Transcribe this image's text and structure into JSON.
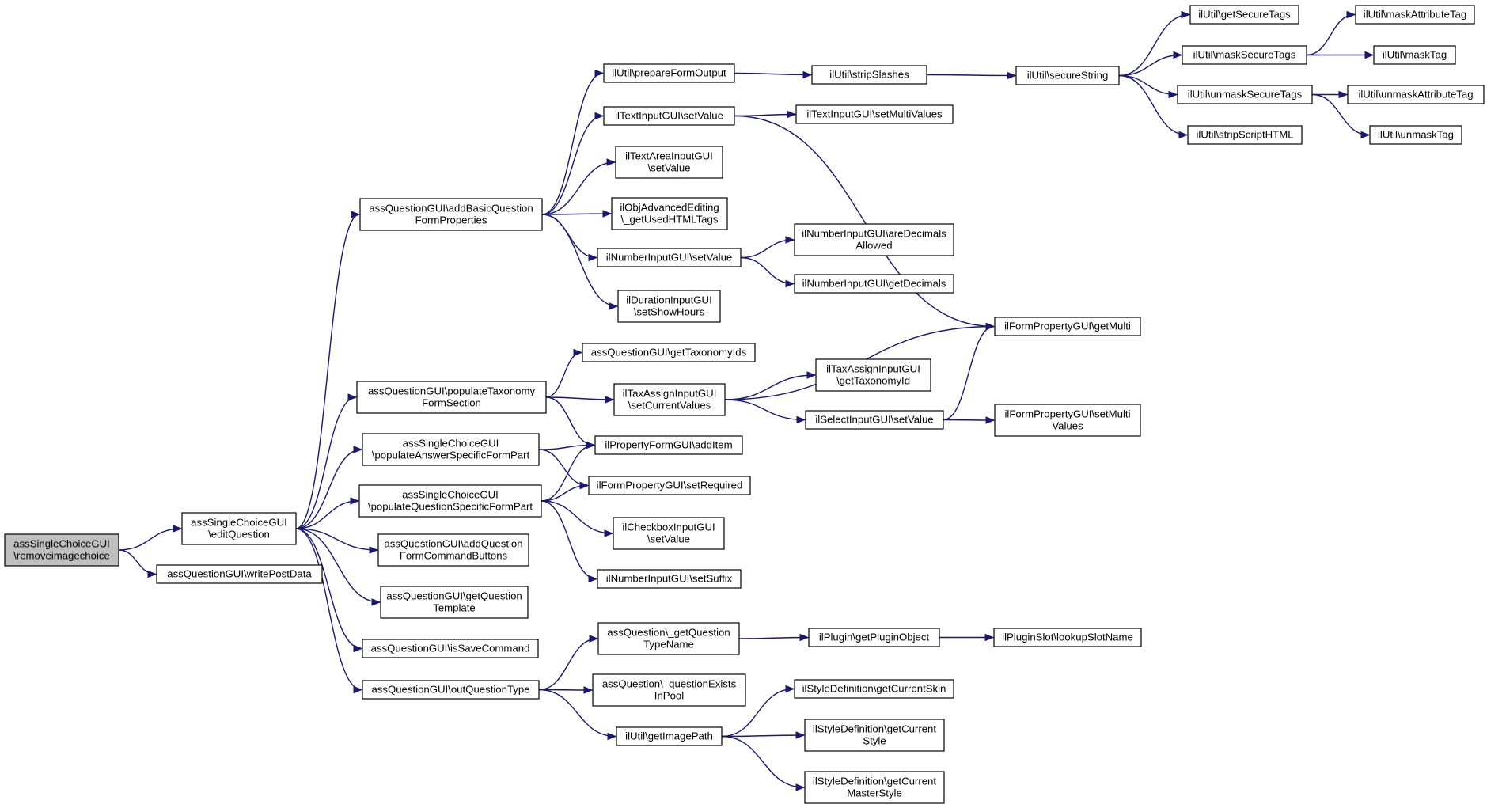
{
  "graph": {
    "nodes": [
      {
        "id": "n0",
        "lines": [
          "assSingleChoiceGUI",
          "\\removeimagechoice"
        ],
        "root": true
      },
      {
        "id": "n1",
        "lines": [
          "assSingleChoiceGUI",
          "\\editQuestion"
        ]
      },
      {
        "id": "n2",
        "lines": [
          "assQuestionGUI\\writePostData"
        ]
      },
      {
        "id": "n3",
        "lines": [
          "assQuestionGUI\\addBasicQuestion",
          "FormProperties"
        ]
      },
      {
        "id": "n4",
        "lines": [
          "assQuestionGUI\\populateTaxonomy",
          "FormSection"
        ]
      },
      {
        "id": "n5",
        "lines": [
          "assSingleChoiceGUI",
          "\\populateAnswerSpecificFormPart"
        ]
      },
      {
        "id": "n6",
        "lines": [
          "assSingleChoiceGUI",
          "\\populateQuestionSpecificFormPart"
        ]
      },
      {
        "id": "n7",
        "lines": [
          "assQuestionGUI\\addQuestion",
          "FormCommandButtons"
        ]
      },
      {
        "id": "n8",
        "lines": [
          "assQuestionGUI\\getQuestion",
          "Template"
        ]
      },
      {
        "id": "n9",
        "lines": [
          "assQuestionGUI\\isSaveCommand"
        ]
      },
      {
        "id": "n10",
        "lines": [
          "assQuestionGUI\\outQuestionType"
        ]
      },
      {
        "id": "n11",
        "lines": [
          "ilUtil\\prepareFormOutput"
        ]
      },
      {
        "id": "n12",
        "lines": [
          "ilTextInputGUI\\setValue"
        ]
      },
      {
        "id": "n13",
        "lines": [
          "ilTextAreaInputGUI",
          "\\setValue"
        ]
      },
      {
        "id": "n14",
        "lines": [
          "ilObjAdvancedEditing",
          "\\_getUsedHTMLTags"
        ]
      },
      {
        "id": "n15",
        "lines": [
          "ilNumberInputGUI\\setValue"
        ]
      },
      {
        "id": "n16",
        "lines": [
          "ilDurationInputGUI",
          "\\setShowHours"
        ]
      },
      {
        "id": "n17",
        "lines": [
          "assQuestionGUI\\getTaxonomyIds"
        ]
      },
      {
        "id": "n18",
        "lines": [
          "ilTaxAssignInputGUI",
          "\\setCurrentValues"
        ]
      },
      {
        "id": "n19",
        "lines": [
          "ilPropertyFormGUI\\addItem"
        ]
      },
      {
        "id": "n20",
        "lines": [
          "ilFormPropertyGUI\\setRequired"
        ]
      },
      {
        "id": "n21",
        "lines": [
          "ilCheckboxInputGUI",
          "\\setValue"
        ]
      },
      {
        "id": "n22",
        "lines": [
          "ilNumberInputGUI\\setSuffix"
        ]
      },
      {
        "id": "n23",
        "lines": [
          "assQuestion\\_getQuestion",
          "TypeName"
        ]
      },
      {
        "id": "n24",
        "lines": [
          "assQuestion\\_questionExists",
          "InPool"
        ]
      },
      {
        "id": "n25",
        "lines": [
          "ilUtil\\getImagePath"
        ]
      },
      {
        "id": "n26",
        "lines": [
          "ilUtil\\stripSlashes"
        ]
      },
      {
        "id": "n27",
        "lines": [
          "ilTextInputGUI\\setMultiValues"
        ]
      },
      {
        "id": "n28",
        "lines": [
          "ilNumberInputGUI\\areDecimals",
          "Allowed"
        ]
      },
      {
        "id": "n29",
        "lines": [
          "ilNumberInputGUI\\getDecimals"
        ]
      },
      {
        "id": "n30",
        "lines": [
          "ilTaxAssignInputGUI",
          "\\getTaxonomyId"
        ]
      },
      {
        "id": "n31",
        "lines": [
          "ilSelectInputGUI\\setValue"
        ]
      },
      {
        "id": "n32",
        "lines": [
          "ilPlugin\\getPluginObject"
        ]
      },
      {
        "id": "n33",
        "lines": [
          "ilStyleDefinition\\getCurrentSkin"
        ]
      },
      {
        "id": "n34",
        "lines": [
          "ilStyleDefinition\\getCurrent",
          "Style"
        ]
      },
      {
        "id": "n35",
        "lines": [
          "ilStyleDefinition\\getCurrent",
          "MasterStyle"
        ]
      },
      {
        "id": "n36",
        "lines": [
          "ilUtil\\secureString"
        ]
      },
      {
        "id": "n37",
        "lines": [
          "ilFormPropertyGUI\\getMulti"
        ]
      },
      {
        "id": "n38",
        "lines": [
          "ilFormPropertyGUI\\setMulti",
          "Values"
        ]
      },
      {
        "id": "n39",
        "lines": [
          "ilPluginSlot\\lookupSlotName"
        ]
      },
      {
        "id": "n40",
        "lines": [
          "ilUtil\\getSecureTags"
        ]
      },
      {
        "id": "n41",
        "lines": [
          "ilUtil\\maskSecureTags"
        ]
      },
      {
        "id": "n42",
        "lines": [
          "ilUtil\\unmaskSecureTags"
        ]
      },
      {
        "id": "n43",
        "lines": [
          "ilUtil\\stripScriptHTML"
        ]
      },
      {
        "id": "n44",
        "lines": [
          "ilUtil\\maskAttributeTag"
        ]
      },
      {
        "id": "n45",
        "lines": [
          "ilUtil\\maskTag"
        ]
      },
      {
        "id": "n46",
        "lines": [
          "ilUtil\\unmaskAttributeTag"
        ]
      },
      {
        "id": "n47",
        "lines": [
          "ilUtil\\unmaskTag"
        ]
      }
    ],
    "edges": [
      [
        "n0",
        "n1"
      ],
      [
        "n0",
        "n2"
      ],
      [
        "n1",
        "n3"
      ],
      [
        "n1",
        "n4"
      ],
      [
        "n1",
        "n5"
      ],
      [
        "n1",
        "n6"
      ],
      [
        "n1",
        "n7"
      ],
      [
        "n1",
        "n8"
      ],
      [
        "n1",
        "n9"
      ],
      [
        "n1",
        "n10"
      ],
      [
        "n3",
        "n11"
      ],
      [
        "n3",
        "n12"
      ],
      [
        "n3",
        "n13"
      ],
      [
        "n3",
        "n14"
      ],
      [
        "n3",
        "n15"
      ],
      [
        "n3",
        "n16"
      ],
      [
        "n4",
        "n17"
      ],
      [
        "n4",
        "n18"
      ],
      [
        "n4",
        "n19"
      ],
      [
        "n5",
        "n19"
      ],
      [
        "n5",
        "n20"
      ],
      [
        "n6",
        "n19"
      ],
      [
        "n6",
        "n20"
      ],
      [
        "n6",
        "n21"
      ],
      [
        "n6",
        "n22"
      ],
      [
        "n10",
        "n23"
      ],
      [
        "n10",
        "n24"
      ],
      [
        "n10",
        "n25"
      ],
      [
        "n11",
        "n26"
      ],
      [
        "n12",
        "n27"
      ],
      [
        "n12",
        "n37"
      ],
      [
        "n15",
        "n28"
      ],
      [
        "n15",
        "n29"
      ],
      [
        "n18",
        "n37"
      ],
      [
        "n18",
        "n30"
      ],
      [
        "n18",
        "n31"
      ],
      [
        "n31",
        "n37"
      ],
      [
        "n31",
        "n38"
      ],
      [
        "n23",
        "n32"
      ],
      [
        "n32",
        "n39"
      ],
      [
        "n25",
        "n33"
      ],
      [
        "n25",
        "n34"
      ],
      [
        "n25",
        "n35"
      ],
      [
        "n26",
        "n36"
      ],
      [
        "n36",
        "n40"
      ],
      [
        "n36",
        "n41"
      ],
      [
        "n36",
        "n42"
      ],
      [
        "n36",
        "n43"
      ],
      [
        "n41",
        "n44"
      ],
      [
        "n41",
        "n45"
      ],
      [
        "n42",
        "n46"
      ],
      [
        "n42",
        "n47"
      ]
    ]
  }
}
